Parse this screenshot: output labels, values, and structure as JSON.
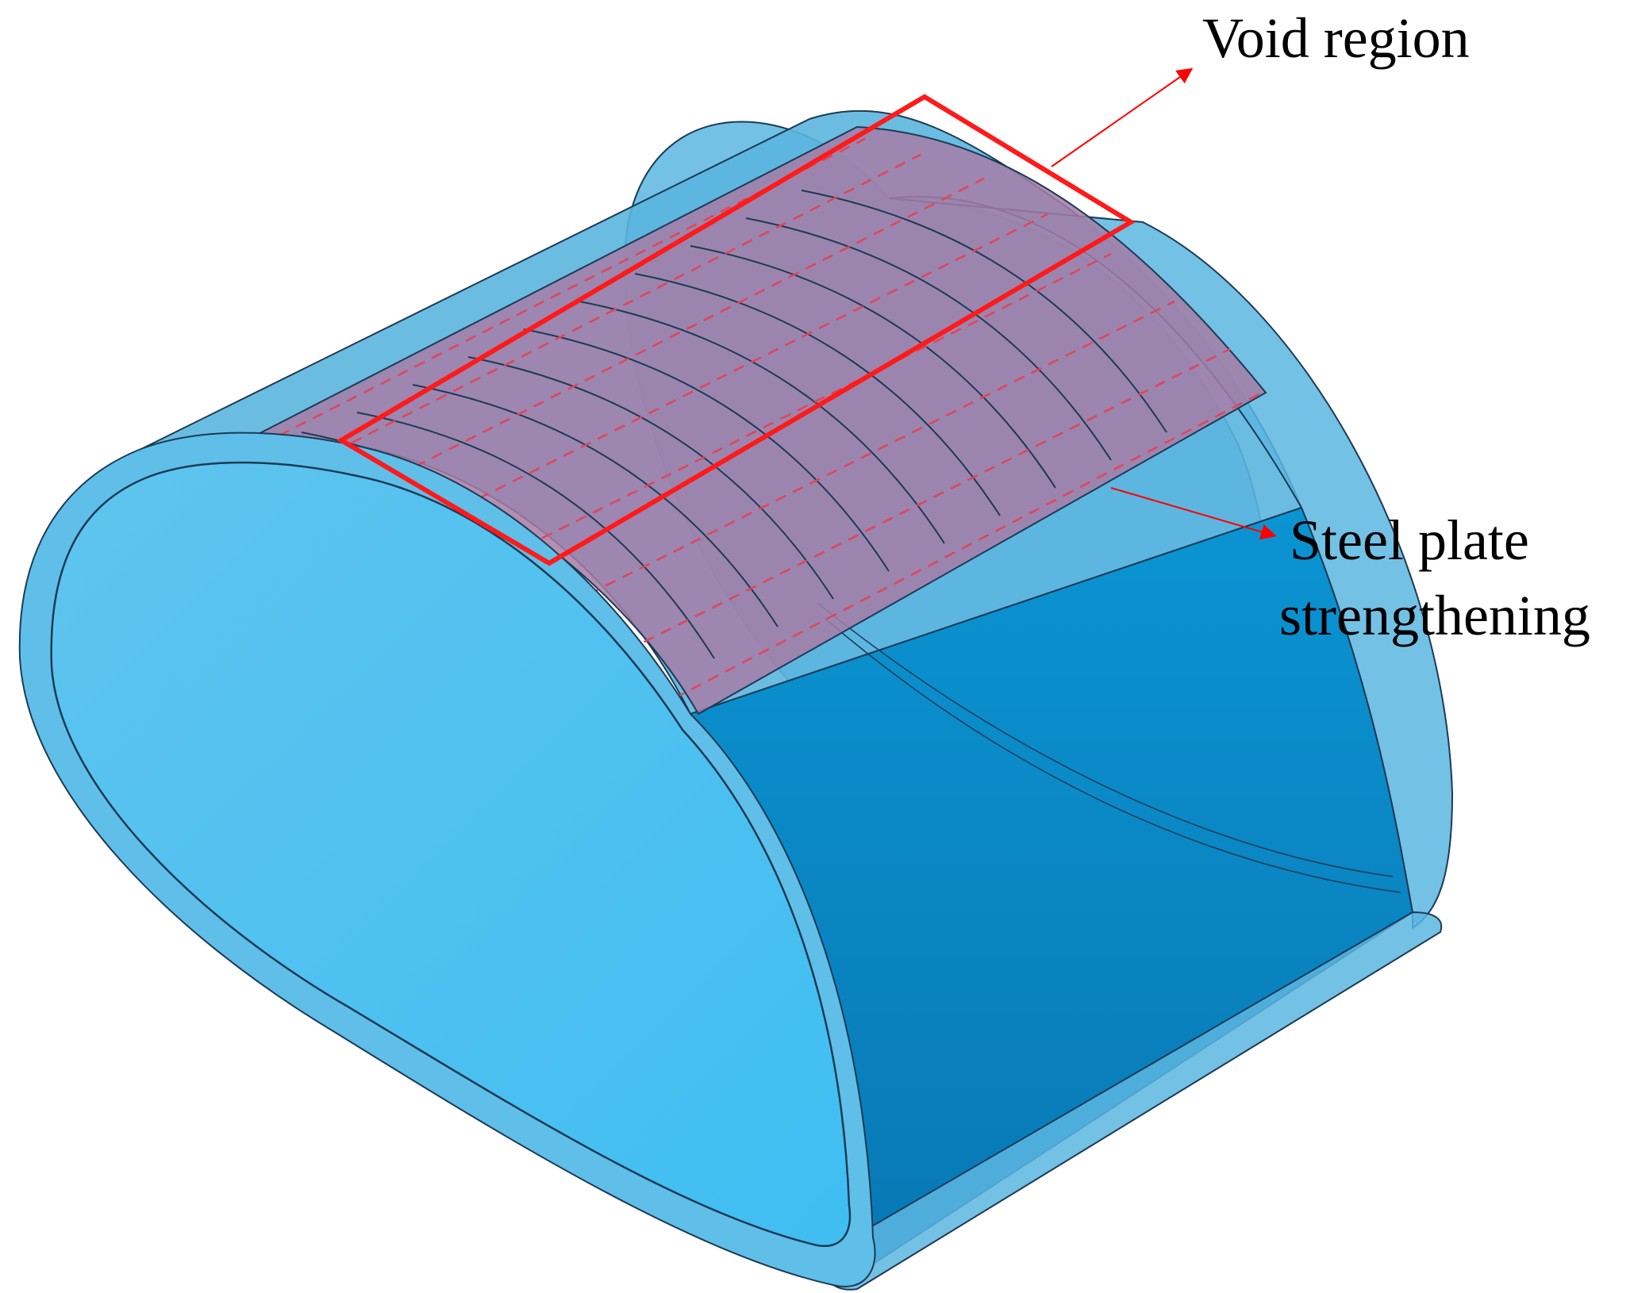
{
  "labels": {
    "void_region": "Void region",
    "steel_plate_line1": "Steel plate",
    "steel_plate_line2": "strengthening"
  },
  "colors": {
    "tunnel_fill": "#4fc3f0",
    "tunnel_shell": "#5ab6e0",
    "tunnel_inner_dark": "#0a8ac8",
    "steel_plate": "#a67ca6",
    "void_outline": "#ff1a1a",
    "arrow": "#ff0000",
    "edge_line": "#1d3a55"
  }
}
